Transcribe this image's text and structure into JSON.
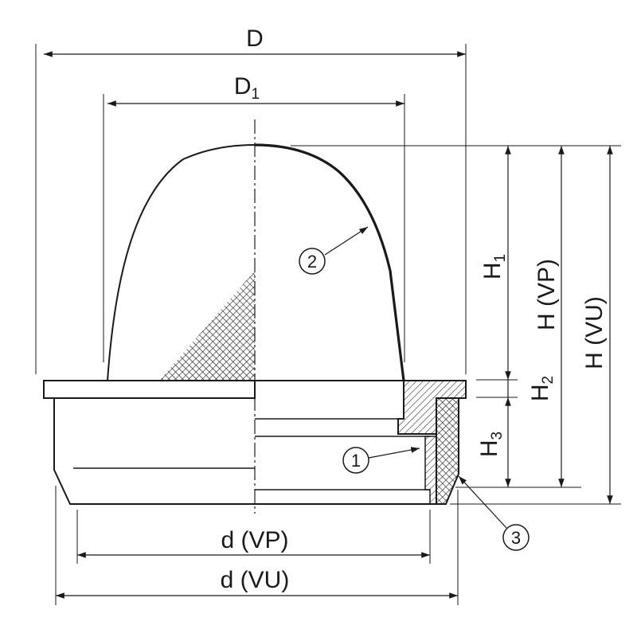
{
  "dimensions": {
    "D": "D",
    "D1_main": "D",
    "D1_sub": "1",
    "H1_main": "H",
    "H1_sub": "1",
    "H2_main": "H",
    "H2_sub": "2",
    "H3_main": "H",
    "H3_sub": "3",
    "H_VP": "H (VP)",
    "H_VU": "H (VU)",
    "d_VP": "d (VP)",
    "d_VU": "d (VU)"
  },
  "callouts": [
    "1",
    "2",
    "3"
  ],
  "colors": {
    "ink": "#1a1a1a",
    "background": "#ffffff"
  }
}
